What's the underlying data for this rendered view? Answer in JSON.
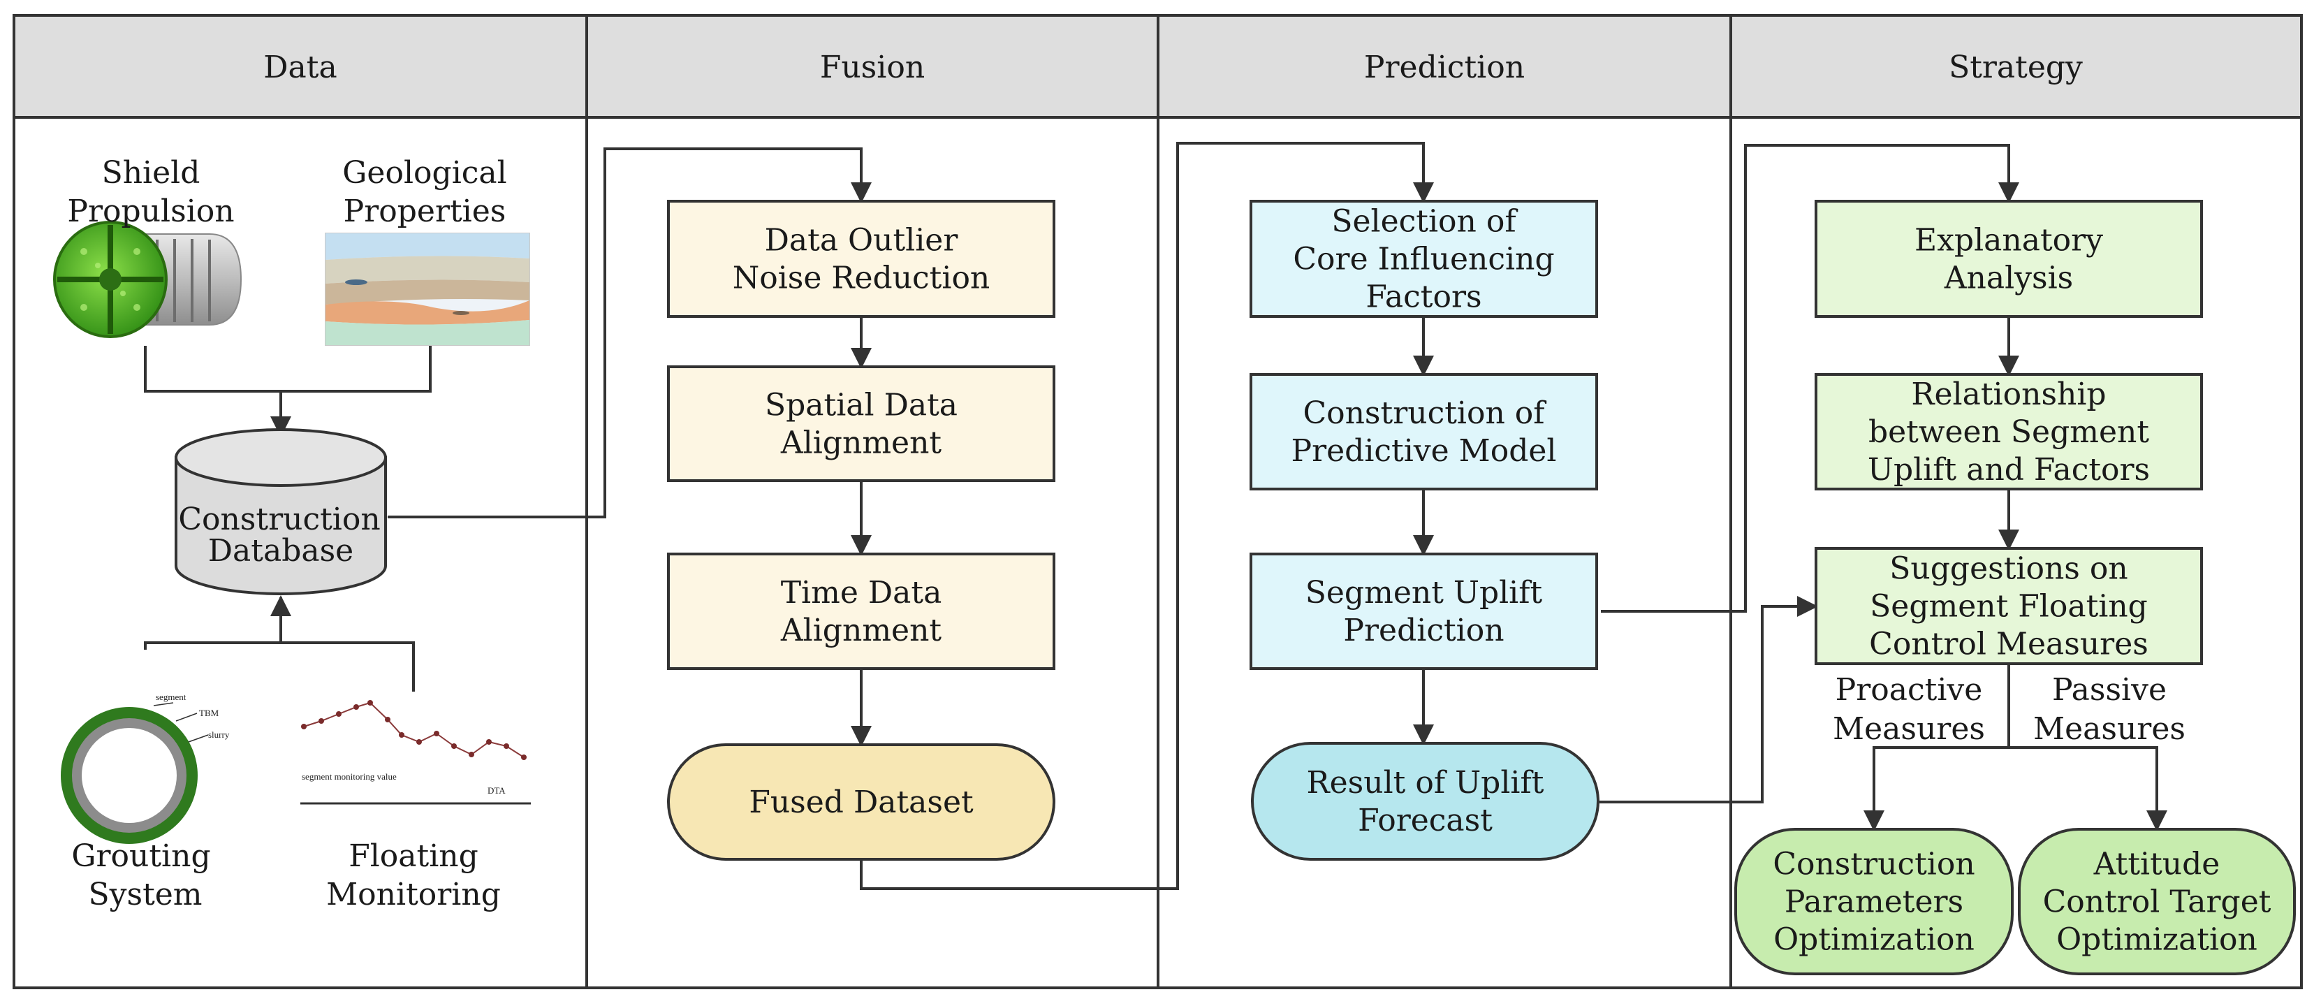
{
  "lanes": [
    {
      "title": "Data"
    },
    {
      "title": "Fusion"
    },
    {
      "title": "Prediction"
    },
    {
      "title": "Strategy"
    }
  ],
  "data_lane": {
    "shield_label": [
      "Shield",
      "Propulsion"
    ],
    "geo_label": [
      "Geological",
      "Properties"
    ],
    "database_label": [
      "Construction",
      "Database"
    ],
    "grouting_label": [
      "Grouting",
      "System"
    ],
    "floating_label": [
      "Floating",
      "Monitoring"
    ],
    "grouting_tags": [
      "segment",
      "TBM",
      "slurry"
    ],
    "monitoring_tags": [
      "segment monitoring value",
      "DTA"
    ]
  },
  "fusion_lane": {
    "steps": [
      [
        "Data Outlier",
        "Noise Reduction"
      ],
      [
        "Spatial Data",
        "Alignment"
      ],
      [
        "Time Data",
        "Alignment"
      ]
    ],
    "output": [
      "Fused Dataset"
    ]
  },
  "prediction_lane": {
    "steps": [
      [
        "Selection of",
        "Core Influencing",
        "Factors"
      ],
      [
        "Construction of",
        "Predictive Model"
      ],
      [
        "Segment Uplift",
        "Prediction"
      ]
    ],
    "output": [
      "Result of Uplift",
      "Forecast"
    ]
  },
  "strategy_lane": {
    "steps": [
      [
        "Explanatory",
        "Analysis"
      ],
      [
        "Relationship",
        "between Segment",
        "Uplift and Factors"
      ],
      [
        "Suggestions on",
        "Segment Floating",
        "Control Measures"
      ]
    ],
    "branch_labels": [
      [
        "Proactive",
        "Measures"
      ],
      [
        "Passive",
        "Measures"
      ]
    ],
    "outputs": [
      [
        "Construction",
        "Parameters",
        "Optimization"
      ],
      [
        "Attitude",
        "Control Target",
        "Optimization"
      ]
    ]
  },
  "colors": {
    "header_fill": "#dedede",
    "fusion_fill": "#fdf6e3",
    "fusion_output_fill": "#f7e7b4",
    "prediction_fill": "#dff6fb",
    "prediction_output_fill": "#b6e7ee",
    "strategy_fill": "#e6f7d8",
    "strategy_output_fill": "#c7ecae",
    "line": "#333333"
  }
}
